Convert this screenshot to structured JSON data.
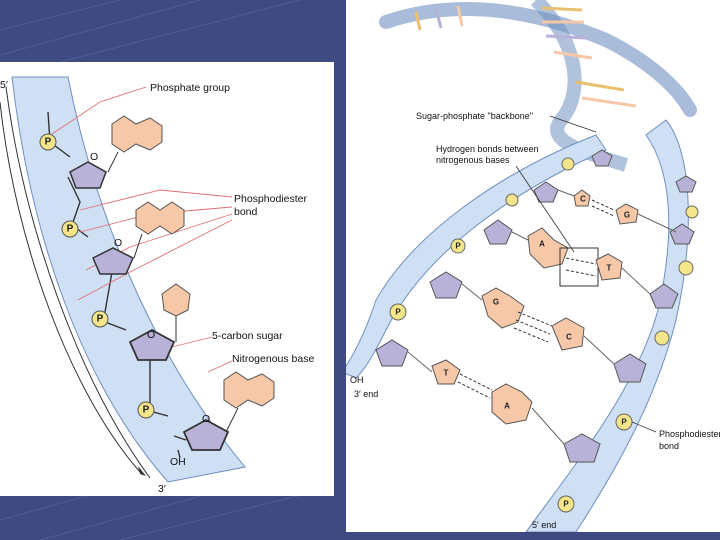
{
  "theme": {
    "background": "#3f4a82",
    "strand": "#cfe0f5",
    "strand_edge": "#6f8fc0",
    "phosphate": "#f4e58a",
    "sugar": "#b8b2d8",
    "base": "#f6c8a8"
  },
  "left": {
    "end_top": "5′",
    "end_bottom": "3′",
    "phosphate_symbol": "P",
    "sugar_o": "O",
    "hydroxyl": "OH",
    "labels": {
      "phosphate_group": "Phosphate group",
      "phosphodiester_l1": "Phosphodiester",
      "phosphodiester_l2": "bond",
      "five_carbon_sugar": "5-carbon sugar",
      "nitrogenous_base": "Nitrogenous base"
    }
  },
  "right": {
    "labels": {
      "backbone": "Sugar-phosphate \"backbone\"",
      "hbond_l1": "Hydrogen bonds between",
      "hbond_l2": "nitrogenous bases",
      "phosphodiester_l1": "Phosphodiester",
      "phosphodiester_l2": "bond",
      "oh": "OH",
      "three_end": "3′  end",
      "five_end": "5′  end"
    },
    "phosphate_symbol": "P",
    "base_pairs": [
      {
        "left": "C",
        "right": "G"
      },
      {
        "left": "A",
        "right": "T"
      },
      {
        "left": "G",
        "right": "C"
      },
      {
        "left": "T",
        "right": "A"
      }
    ]
  }
}
